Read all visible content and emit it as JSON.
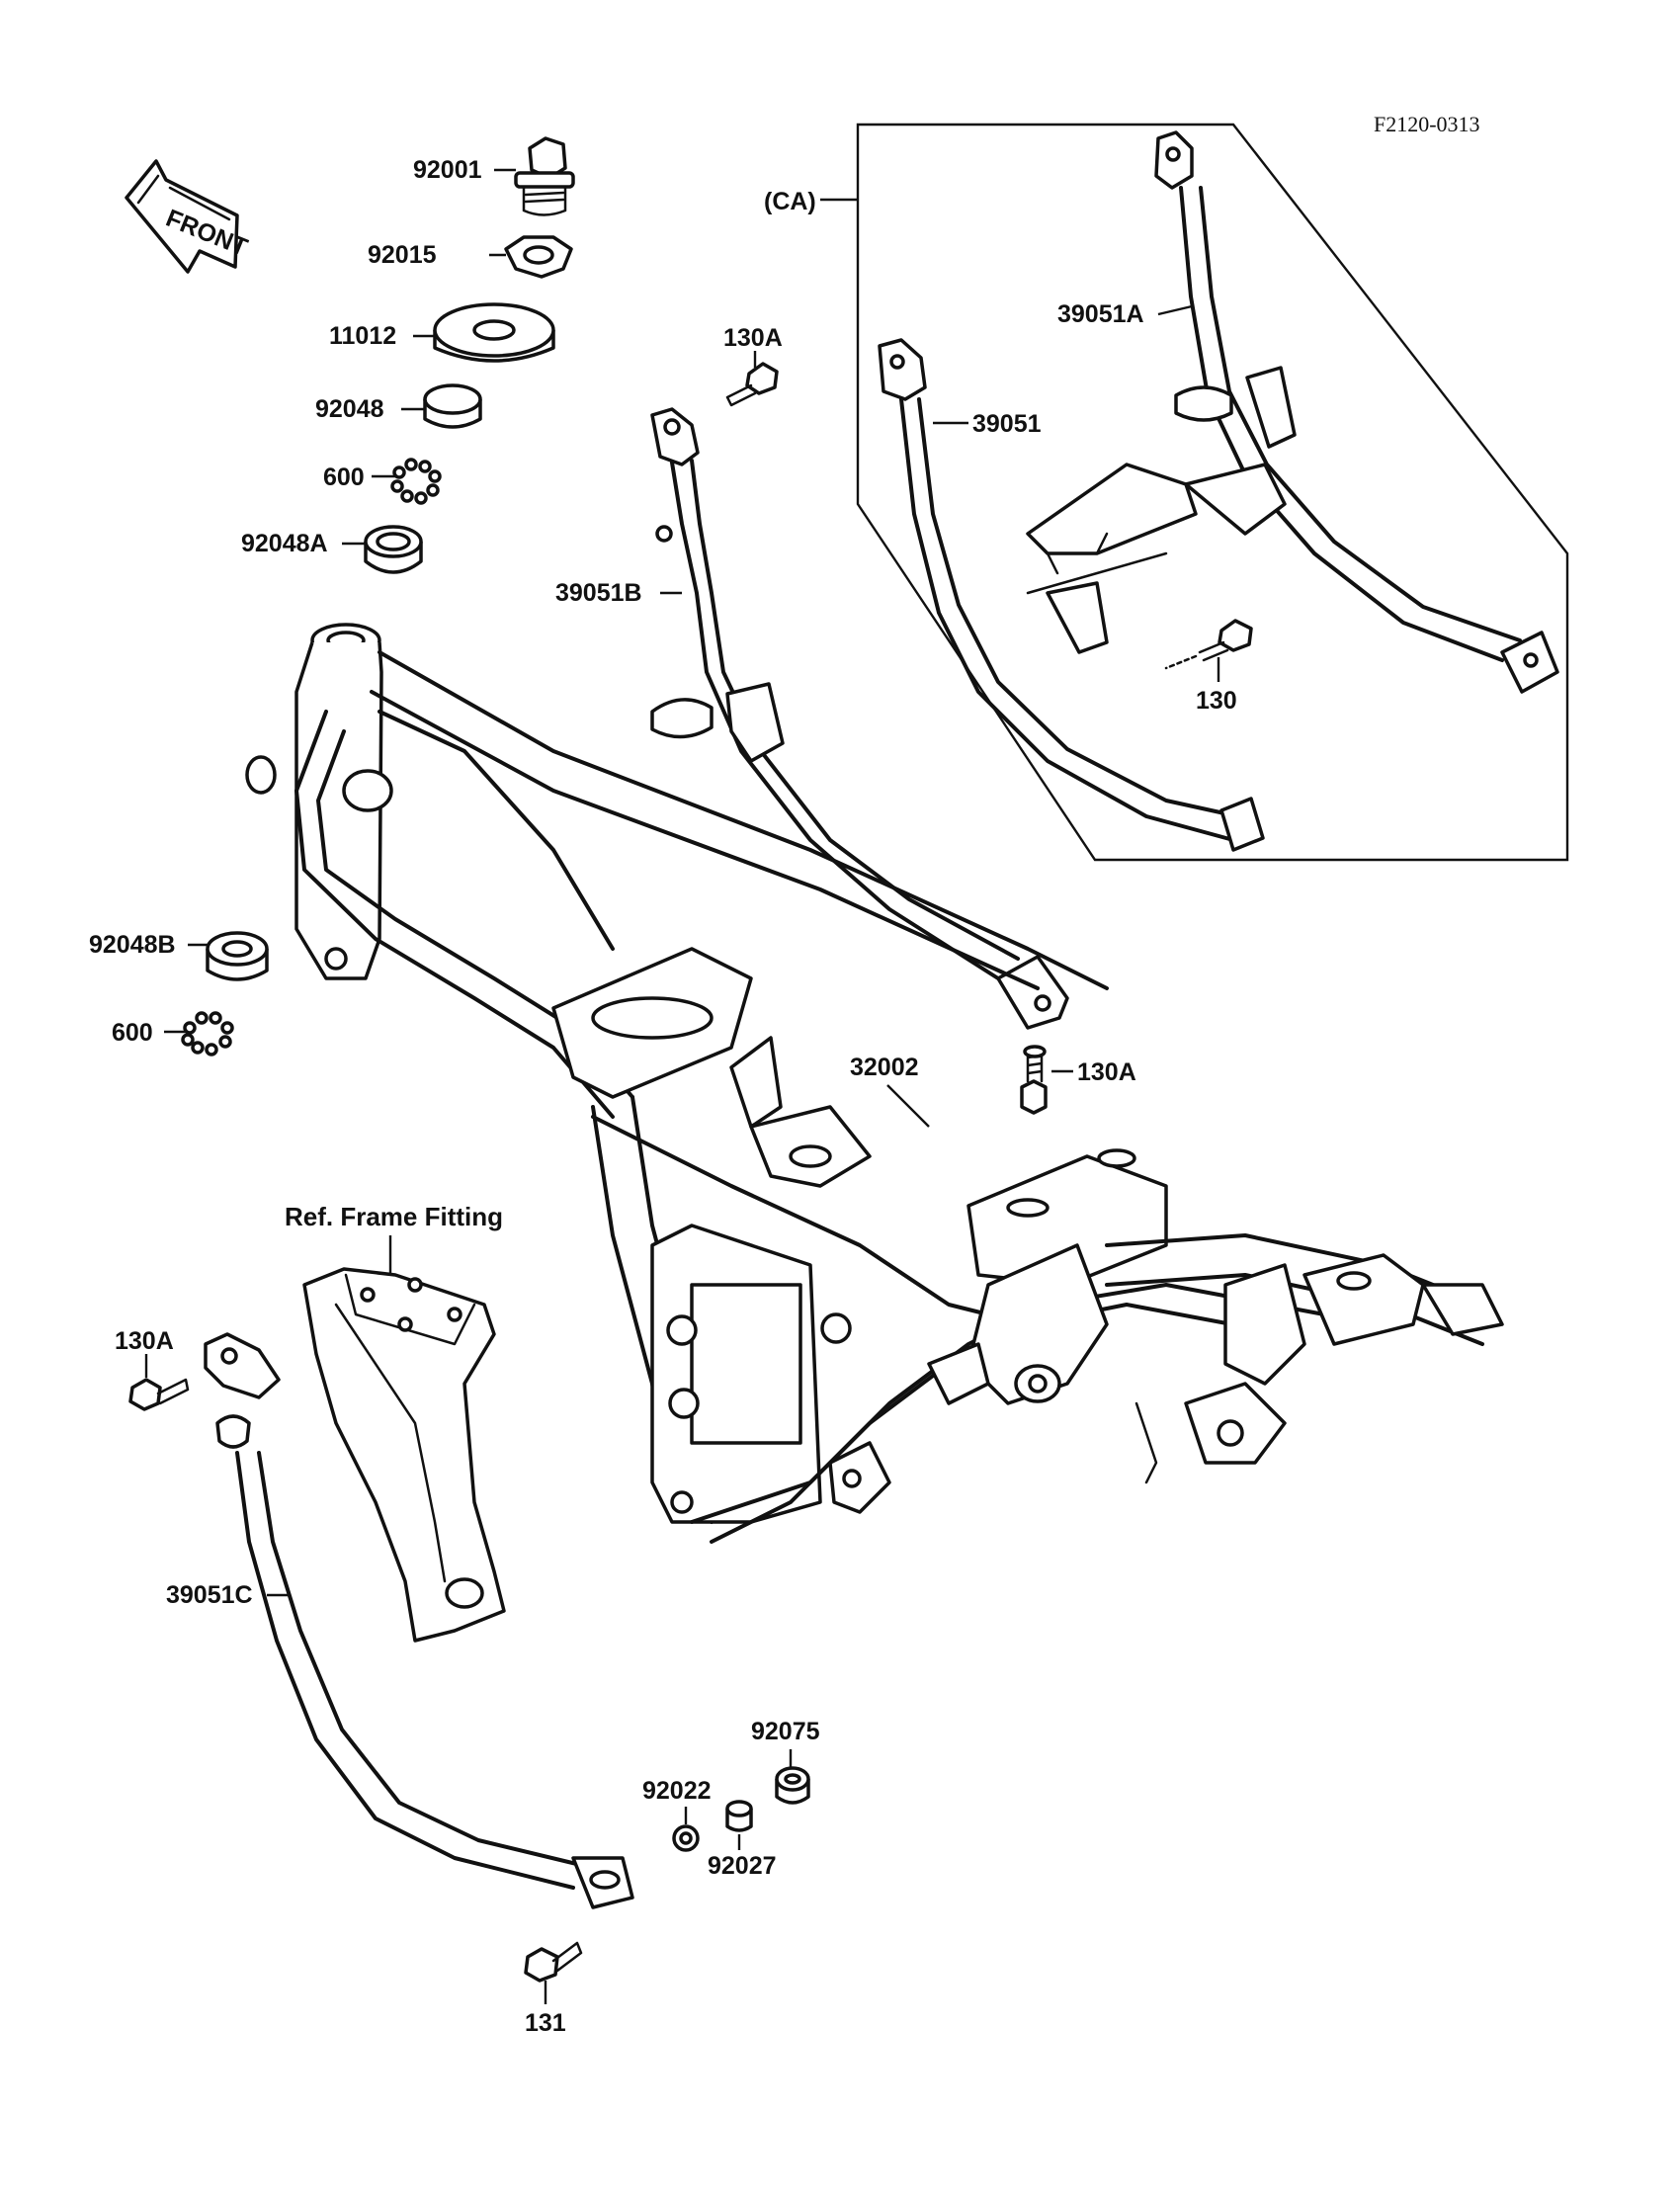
{
  "diagram_code": "F2120-0313",
  "front_label": "FRONT",
  "inset_label": "(CA)",
  "ref_label": "Ref. Frame Fitting",
  "parts": {
    "p92001": "92001",
    "p92015": "92015",
    "p11012": "11012",
    "p92048": "92048",
    "p600a": "600",
    "p92048A": "92048A",
    "p130A_top": "130A",
    "p39051B": "39051B",
    "p39051": "39051",
    "p39051A": "39051A",
    "p130": "130",
    "p92048B": "92048B",
    "p600b": "600",
    "p32002": "32002",
    "p130A_mid": "130A",
    "p130A_left": "130A",
    "p39051C": "39051C",
    "p92075": "92075",
    "p92022": "92022",
    "p92027": "92027",
    "p131": "131"
  }
}
